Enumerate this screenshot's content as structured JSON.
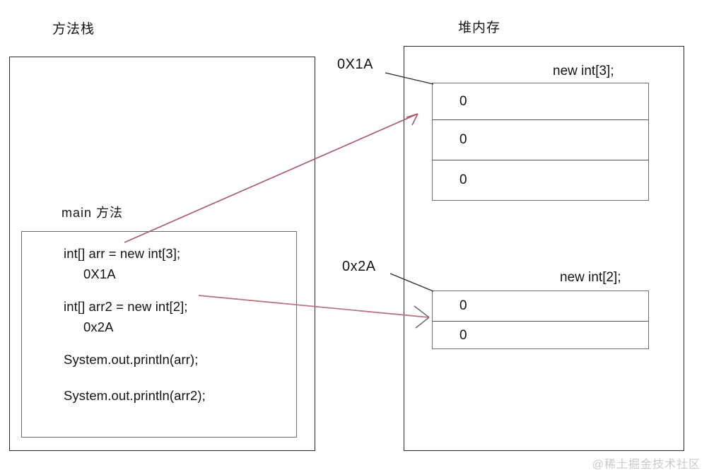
{
  "diagram": {
    "stack": {
      "title": "方法栈",
      "frame_label": "main 方法",
      "code_lines": [
        "int[] arr = new int[3];",
        "0X1A",
        "int[] arr2 = new int[2];",
        "0x2A",
        "System.out.println(arr);",
        "System.out.println(arr2);"
      ]
    },
    "heap": {
      "title": "堆内存",
      "arrays": [
        {
          "label": "new int[3];",
          "address": "0X1A",
          "cells": [
            "0",
            "0",
            "0"
          ]
        },
        {
          "label": "new int[2];",
          "address": "0x2A",
          "cells": [
            "0",
            "0"
          ]
        }
      ]
    },
    "arrows": {
      "reference_color": "#b05a6a",
      "leader_color": "#2b2b2b",
      "count": 2
    },
    "watermark": "@稀土掘金技术社区"
  }
}
